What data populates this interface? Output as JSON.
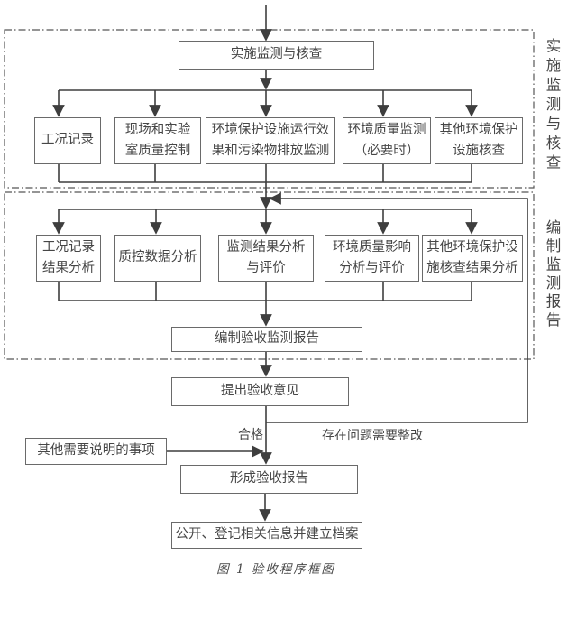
{
  "colors": {
    "line": "#3e3e3e",
    "box_border": "#6a6a6a",
    "text": "#464646",
    "background": "#ffffff"
  },
  "section1": {
    "side_label": "实施监测与核查",
    "header_box": "实施监测与核查",
    "boxes": [
      "工况记录",
      "现场和实验\n室质量控制",
      "环境保护设施运行效\n果和污染物排放监测",
      "环境质量监测\n（必要时）",
      "其他环境保护\n设施核查"
    ]
  },
  "section2": {
    "side_label": "编制监测报告",
    "boxes": [
      "工况记录\n结果分析",
      "质控数据分析",
      "监测结果分析\n与评价",
      "环境质量影响\n分析与评价",
      "其他环境保护设\n施核查结果分析"
    ],
    "report_box": "编制验收监测报告"
  },
  "flow": {
    "opinion_box": "提出验收意见",
    "pass_label": "合格",
    "fail_label": "存在问题需要整改",
    "note_box": "其他需要说明的事项",
    "final_report_box": "形成验收报告",
    "archive_box": "公开、登记相关信息并建立档案"
  },
  "caption": "图 1 验收程序框图"
}
